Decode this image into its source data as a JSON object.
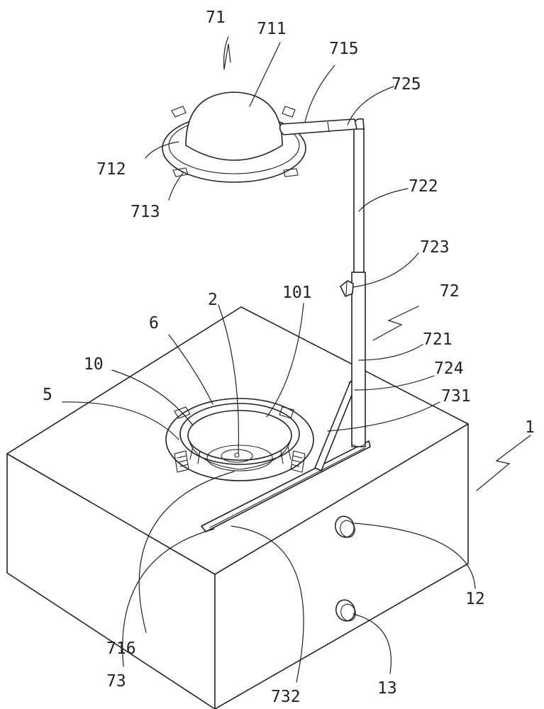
{
  "labels": {
    "l71": "71",
    "l711": "711",
    "l715": "715",
    "l725": "725",
    "l712": "712",
    "l713": "713",
    "l722": "722",
    "l723": "723",
    "l72": "72",
    "l2": "2",
    "l101": "101",
    "l6": "6",
    "l721": "721",
    "l10": "10",
    "l724": "724",
    "l5": "5",
    "l731": "731",
    "l1": "1",
    "l12": "12",
    "l716": "716",
    "l73": "73",
    "l732": "732",
    "l13": "13"
  },
  "colors": {
    "line": "#222222",
    "background": "#ffffff"
  }
}
